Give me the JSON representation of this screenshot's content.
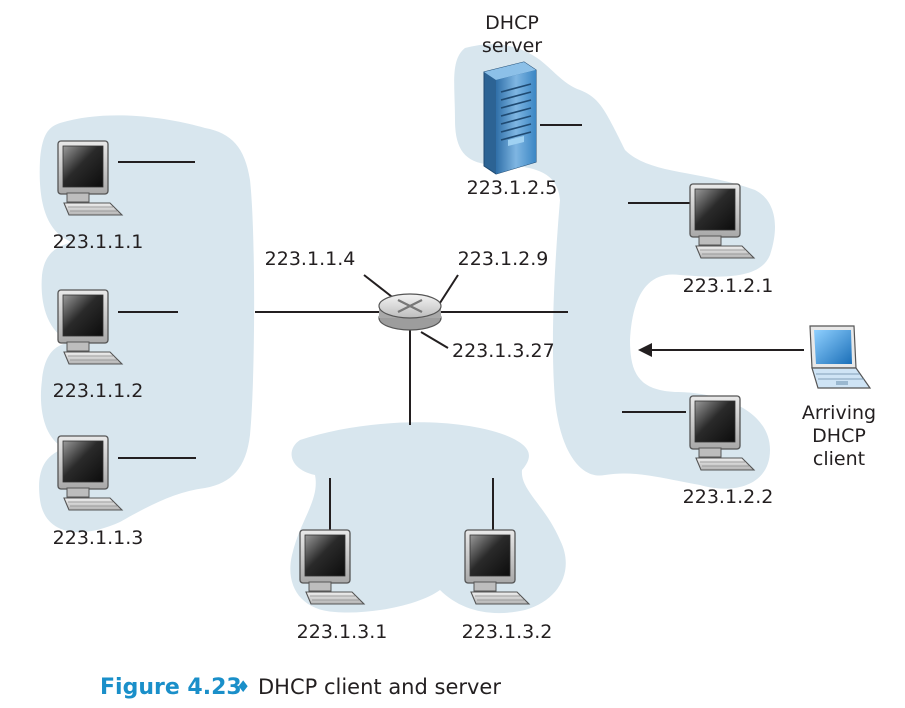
{
  "server": {
    "title_line1": "DHCP",
    "title_line2": "server",
    "ip": "223.1.2.5"
  },
  "subnet1": {
    "hosts": [
      "223.1.1.1",
      "223.1.1.2",
      "223.1.1.3"
    ],
    "router_if": "223.1.1.4"
  },
  "subnet2": {
    "hosts": [
      "223.1.2.1",
      "223.1.2.2"
    ],
    "router_if": "223.1.2.9"
  },
  "subnet3": {
    "hosts": [
      "223.1.3.1",
      "223.1.3.2"
    ],
    "router_if": "223.1.3.27"
  },
  "client": {
    "line1": "Arriving",
    "line2": "DHCP",
    "line3": "client"
  },
  "caption": {
    "figure": "Figure 4.23",
    "separator": "♦",
    "text": "DHCP client and server"
  },
  "colors": {
    "network_blob": "#d8e6ee",
    "caption_accent": "#1a8fc9",
    "server_body": "#3f8ec7",
    "laptop_screen": "#2a8fd4"
  }
}
